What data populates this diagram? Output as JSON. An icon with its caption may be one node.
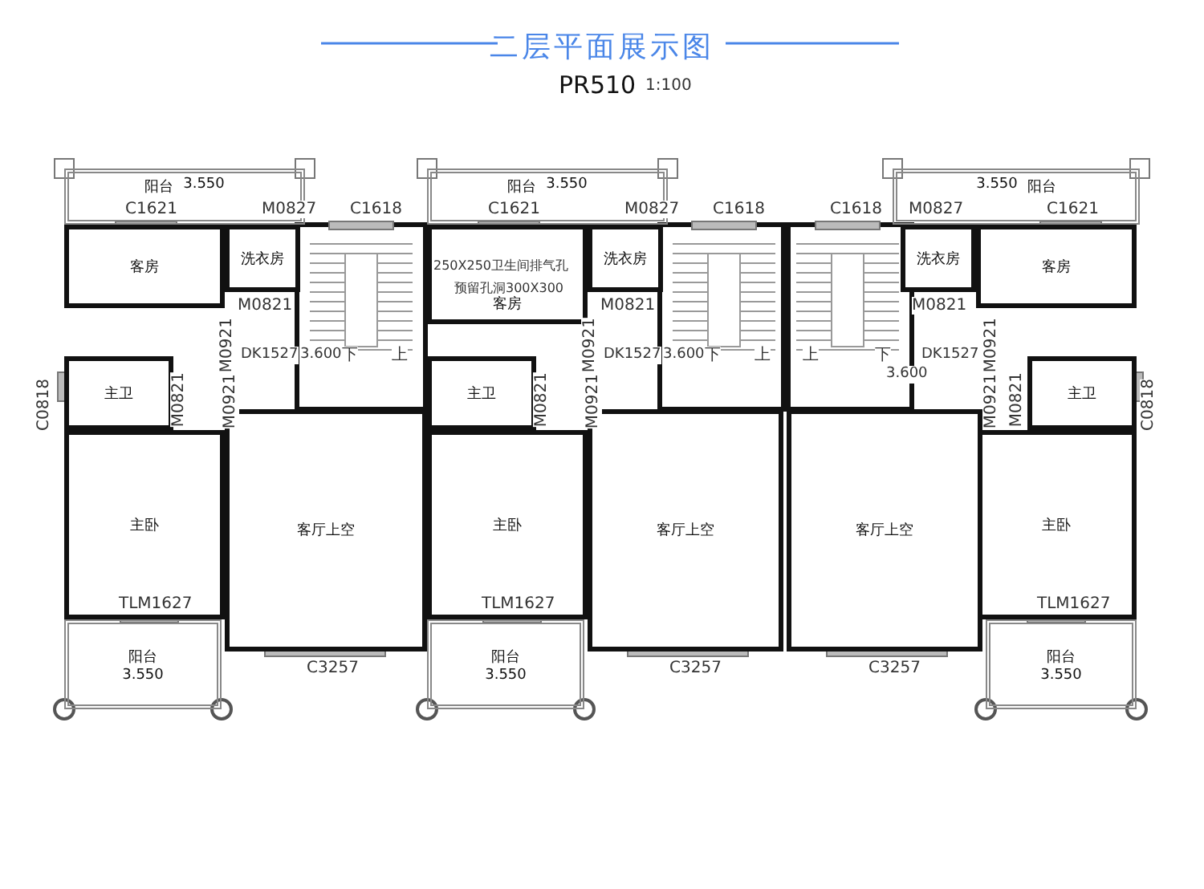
{
  "diagram": {
    "title": "二层平面展示图",
    "nodes": [
      {
        "text": [
          "阳台",
          "3.550"
        ]
      },
      {
        "text": [
          "客房"
        ]
      },
      {
        "text": [
          "洗衣房"
        ]
      },
      {
        "text": [
          "主卫"
        ]
      },
      {
        "text": [
          "主卧"
        ]
      },
      {
        "text": [
          "客厅上空"
        ]
      },
      {
        "text": [
          "阳台",
          "3.550"
        ]
      },
      {
        "text": [
          "阳台",
          "3.550"
        ]
      },
      {
        "text": [
          "客房"
        ]
      },
      {
        "text": [
          "洗衣房"
        ]
      },
      {
        "text": [
          "主卫"
        ]
      },
      {
        "text": [
          "主卧"
        ]
      },
      {
        "text": [
          "客厅上空"
        ]
      },
      {
        "text": [
          "阳台",
          "3.550"
        ]
      },
      {
        "text": [
          "3.550",
          "阳台"
        ]
      },
      {
        "text": [
          "洗衣房"
        ]
      },
      {
        "text": [
          "客房"
        ]
      },
      {
        "text": [
          "主卫"
        ]
      },
      {
        "text": [
          "主卧"
        ]
      },
      {
        "text": [
          "客厅上空"
        ]
      },
      {
        "text": [
          "阳台",
          "3.550"
        ]
      }
    ],
    "labels": [
      "PR510",
      "1:100",
      "C1621",
      "M0827",
      "C1618",
      "M0821",
      "M0921",
      "DK1527",
      "3.600",
      "下",
      "上",
      "C0818",
      "M0821",
      "M0921",
      "TLM1627",
      "C3257",
      "C1621",
      "M0827",
      "C1618",
      "250X250卫生间排气孔",
      "预留孔洞300X300",
      "M0821",
      "M0921",
      "DK1527",
      "3.600",
      "下",
      "上",
      "M0821",
      "M0921",
      "TLM1627",
      "C3257",
      "C1618",
      "M0827",
      "C1621",
      "M0821",
      "M0921",
      "上",
      "下",
      "3.600",
      "DK1527",
      "M0921",
      "M0821",
      "C0818",
      "TLM1627",
      "C3257"
    ]
  }
}
